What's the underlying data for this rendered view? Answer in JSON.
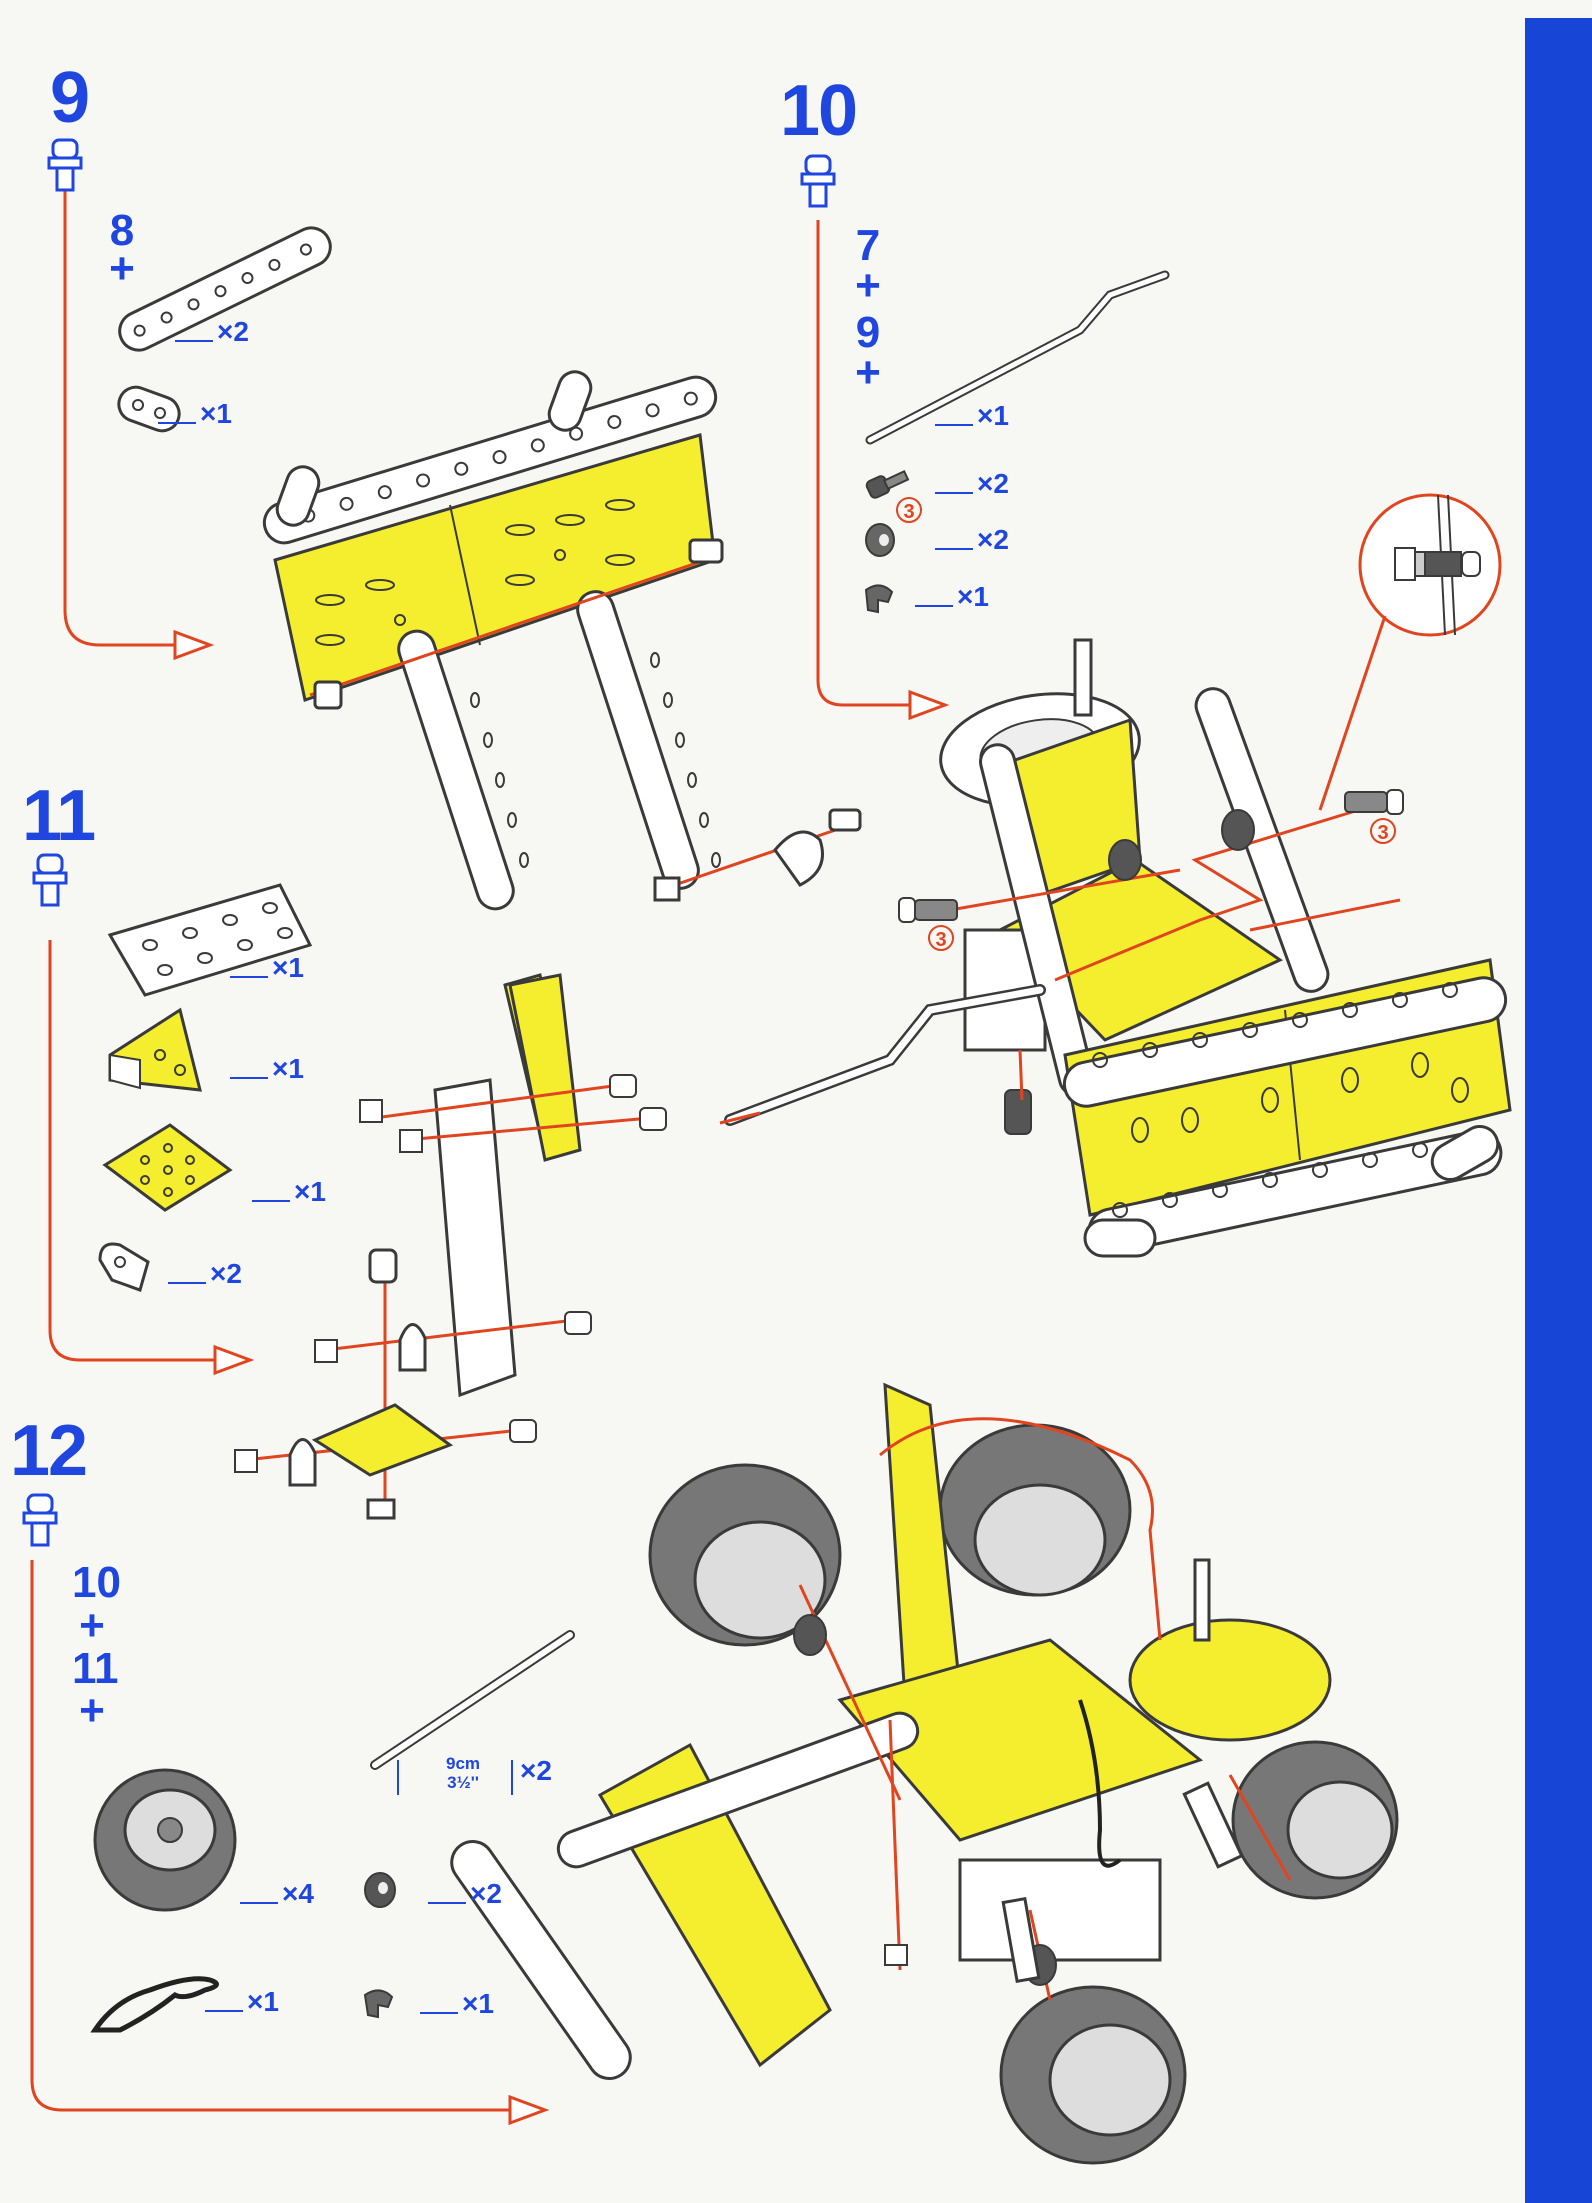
{
  "colors": {
    "accent_blue": "#1f46df",
    "strip_blue": "#1746d6",
    "guide_red": "#e0451f",
    "part_yellow": "#f4ee2e",
    "outline": "#3a3a3a"
  },
  "steps": [
    {
      "number": "9",
      "requires": [
        "8",
        "+"
      ],
      "parts": [
        {
          "icon": "perforated-strip-icon",
          "qty": "×2"
        },
        {
          "icon": "double-bracket-icon",
          "qty": "×1"
        }
      ]
    },
    {
      "number": "10",
      "requires": [
        "7",
        "+",
        "9",
        "+"
      ],
      "parts": [
        {
          "icon": "crank-rod-icon",
          "qty": "×1"
        },
        {
          "icon": "bolt-icon",
          "qty": "×2",
          "marker": "3"
        },
        {
          "icon": "spacer-collar-icon",
          "qty": "×2"
        },
        {
          "icon": "clip-icon",
          "qty": "×1"
        }
      ],
      "markers": [
        "3",
        "3"
      ]
    },
    {
      "number": "11",
      "parts": [
        {
          "icon": "flat-plate-icon",
          "qty": "×1"
        },
        {
          "icon": "triangular-plate-icon",
          "qty": "×1"
        },
        {
          "icon": "square-plate-icon",
          "qty": "×1"
        },
        {
          "icon": "angle-bracket-icon",
          "qty": "×2"
        }
      ]
    },
    {
      "number": "12",
      "requires": [
        "10",
        "+",
        "11",
        "+"
      ],
      "parts": [
        {
          "icon": "axle-rod-icon",
          "qty": "×2",
          "length_metric": "9cm",
          "length_imperial": "3½''"
        },
        {
          "icon": "wheel-icon",
          "qty": "×4"
        },
        {
          "icon": "collar-icon",
          "qty": "×2"
        },
        {
          "icon": "cord-icon",
          "qty": "×1"
        },
        {
          "icon": "clip-icon",
          "qty": "×1"
        }
      ]
    }
  ]
}
